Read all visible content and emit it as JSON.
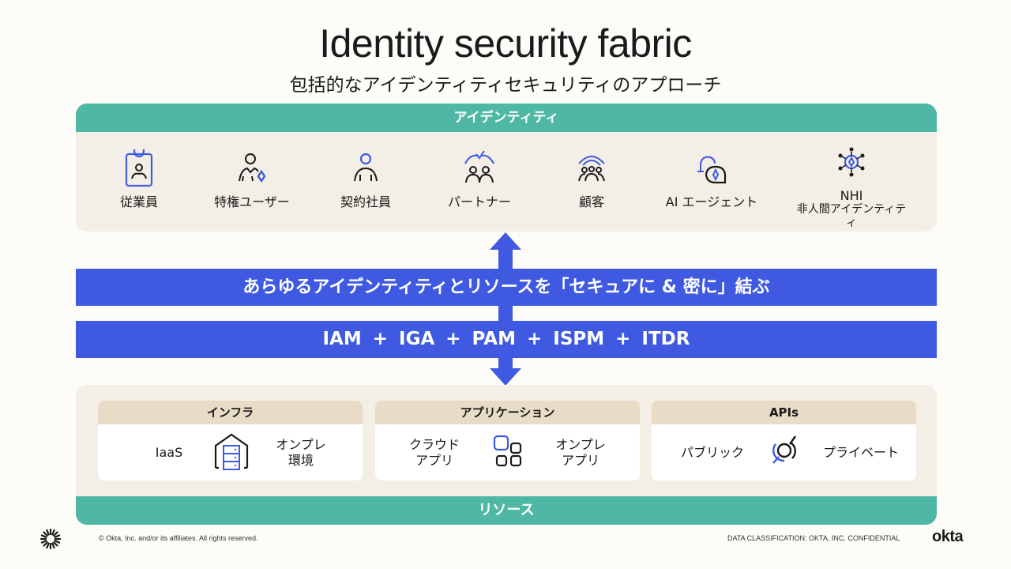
{
  "header": {
    "title": "Identity security fabric",
    "subtitle": "包括的なアイデンティティセキュリティのアプローチ"
  },
  "identity": {
    "heading": "アイデンティティ",
    "items": [
      {
        "label": "従業員",
        "icon": "employee-badge-icon"
      },
      {
        "label": "特権ユーザー",
        "icon": "privileged-user-icon"
      },
      {
        "label": "契約社員",
        "icon": "contractor-icon"
      },
      {
        "label": "パートナー",
        "icon": "partner-icon"
      },
      {
        "label": "顧客",
        "icon": "customer-icon"
      },
      {
        "label": "AI エージェント",
        "icon": "ai-agent-icon"
      },
      {
        "label": "NHI",
        "sublabel": "非人間アイデンティティ",
        "icon": "nhi-icon"
      }
    ]
  },
  "bands": {
    "connect": "あらゆるアイデンティティとリソースを「セキュアに & 密に」結ぶ",
    "products": "IAM  +  IGA  +  PAM  + ISPM  +  ITDR"
  },
  "resources": {
    "heading": "リソース",
    "cards": [
      {
        "title": "インフラ",
        "left": "IaaS",
        "right": "オンプレ\n環境",
        "icon": "server-building-icon"
      },
      {
        "title": "アプリケーション",
        "left": "クラウド\nアプリ",
        "right": "オンプレ\nアプリ",
        "icon": "app-grid-icon"
      },
      {
        "title": "APIs",
        "left": "パブリック",
        "right": "プライベート",
        "icon": "api-target-icon"
      }
    ]
  },
  "footer": {
    "copyright": "© Okta, Inc. and/or its affiliates. All rights reserved.",
    "classification": "DATA CLASSIFICATION: OKTA, INC. CONFIDENTIAL",
    "logo": "okta"
  },
  "colors": {
    "teal": "#4eb8a4",
    "blue": "#3f5ae0",
    "panel": "#f3efe6",
    "card_header": "#e8dcc6",
    "background": "#fdfcf9"
  }
}
